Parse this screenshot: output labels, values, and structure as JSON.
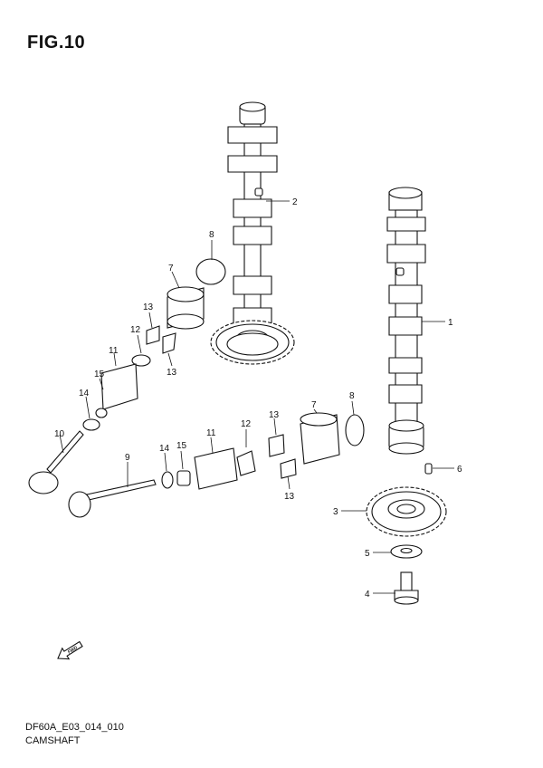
{
  "figure": {
    "title": "FIG.10"
  },
  "footer": {
    "code": "DF60A_E03_014_010",
    "name": "CAMSHAFT"
  },
  "icons": {
    "direction": "fwd-arrow-icon"
  },
  "fwd_label": "FWD",
  "callouts": [
    {
      "id": "c1",
      "label": "1"
    },
    {
      "id": "c2",
      "label": "2"
    },
    {
      "id": "c3",
      "label": "3"
    },
    {
      "id": "c4",
      "label": "4"
    },
    {
      "id": "c5",
      "label": "5"
    },
    {
      "id": "c6",
      "label": "6"
    },
    {
      "id": "c7a",
      "label": "7"
    },
    {
      "id": "c7b",
      "label": "7"
    },
    {
      "id": "c8a",
      "label": "8"
    },
    {
      "id": "c8b",
      "label": "8"
    },
    {
      "id": "c9",
      "label": "9"
    },
    {
      "id": "c10",
      "label": "10"
    },
    {
      "id": "c11a",
      "label": "11"
    },
    {
      "id": "c11b",
      "label": "11"
    },
    {
      "id": "c12a",
      "label": "12"
    },
    {
      "id": "c12b",
      "label": "12"
    },
    {
      "id": "c13a",
      "label": "13"
    },
    {
      "id": "c13b",
      "label": "13"
    },
    {
      "id": "c13c",
      "label": "13"
    },
    {
      "id": "c13d",
      "label": "13"
    },
    {
      "id": "c14a",
      "label": "14"
    },
    {
      "id": "c14b",
      "label": "14"
    },
    {
      "id": "c15a",
      "label": "15"
    },
    {
      "id": "c15b",
      "label": "15"
    }
  ]
}
